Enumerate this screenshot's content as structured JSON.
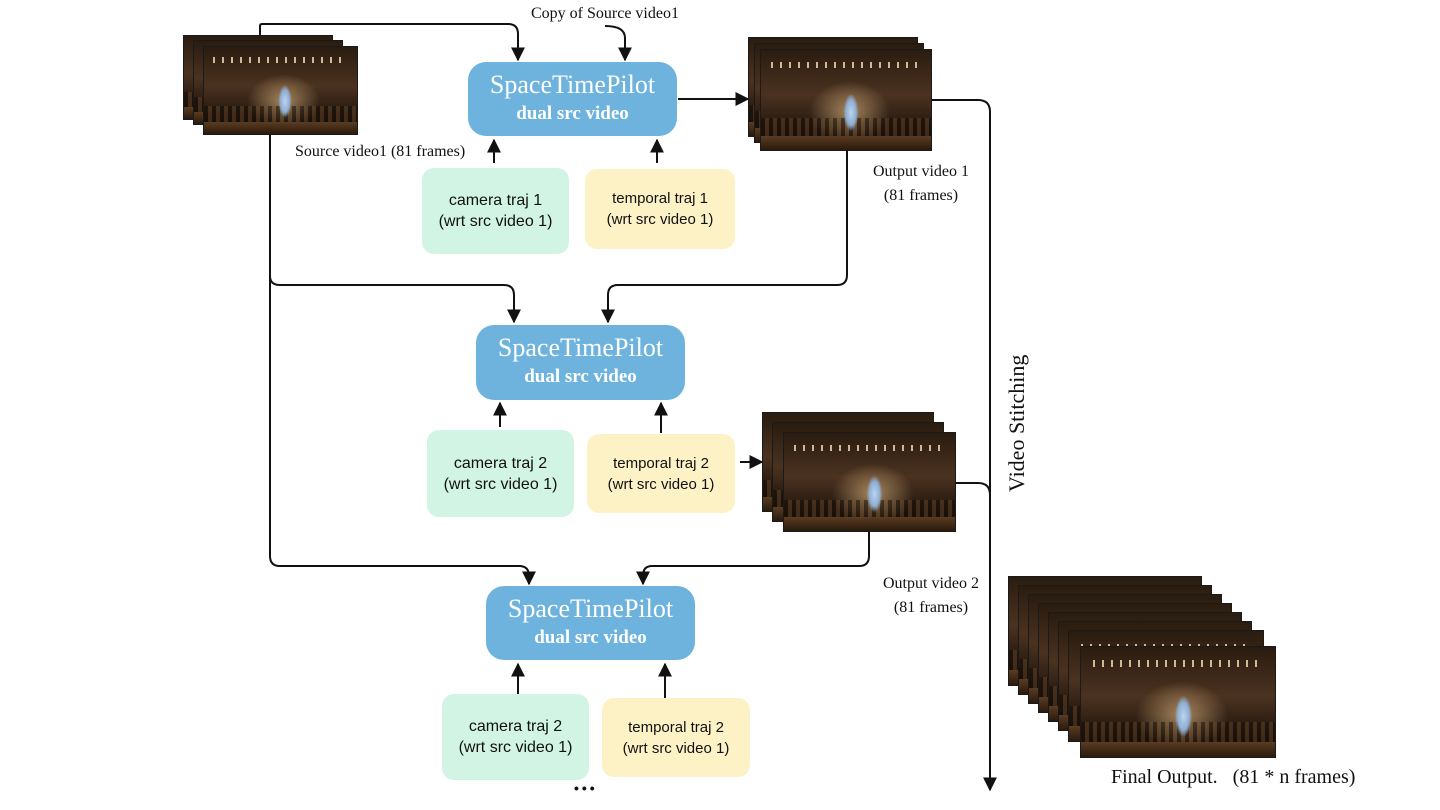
{
  "blocks": {
    "stp1": {
      "title": "SpaceTimePilot",
      "subtitle": "dual src video"
    },
    "stp2": {
      "title": "SpaceTimePilot",
      "subtitle": "dual src video"
    },
    "stp3": {
      "title": "SpaceTimePilot",
      "subtitle": "dual src video"
    }
  },
  "trajectories": {
    "cam1": {
      "line1": "camera traj 1",
      "line2": "(wrt src video 1)"
    },
    "tmp1": {
      "line1": "temporal traj 1",
      "line2": "(wrt src video 1)"
    },
    "cam2": {
      "line1": "camera traj 2",
      "line2": "(wrt src video 1)"
    },
    "tmp2": {
      "line1": "temporal traj 2",
      "line2": "(wrt src video 1)"
    },
    "cam3": {
      "line1": "camera traj 2",
      "line2": "(wrt src video 1)"
    },
    "tmp3": {
      "line1": "temporal traj 2",
      "line2": "(wrt src video 1)"
    }
  },
  "labels": {
    "copy_source": "Copy of Source video1",
    "source_video": "Source video1 (81 frames)",
    "output1_line1": "Output video 1",
    "output1_line2": "(81 frames)",
    "output2_line1": "Output video 2",
    "output2_line2": "(81 frames)",
    "video_stitching": "Video Stitching",
    "final_output": "Final Output.   (81 * n frames)",
    "ellipsis": "•••"
  },
  "colors": {
    "stp_block": "#6db3dd",
    "camera_traj": "#d2f4e5",
    "temporal_traj": "#fdf1c6",
    "arrow": "#111111"
  }
}
